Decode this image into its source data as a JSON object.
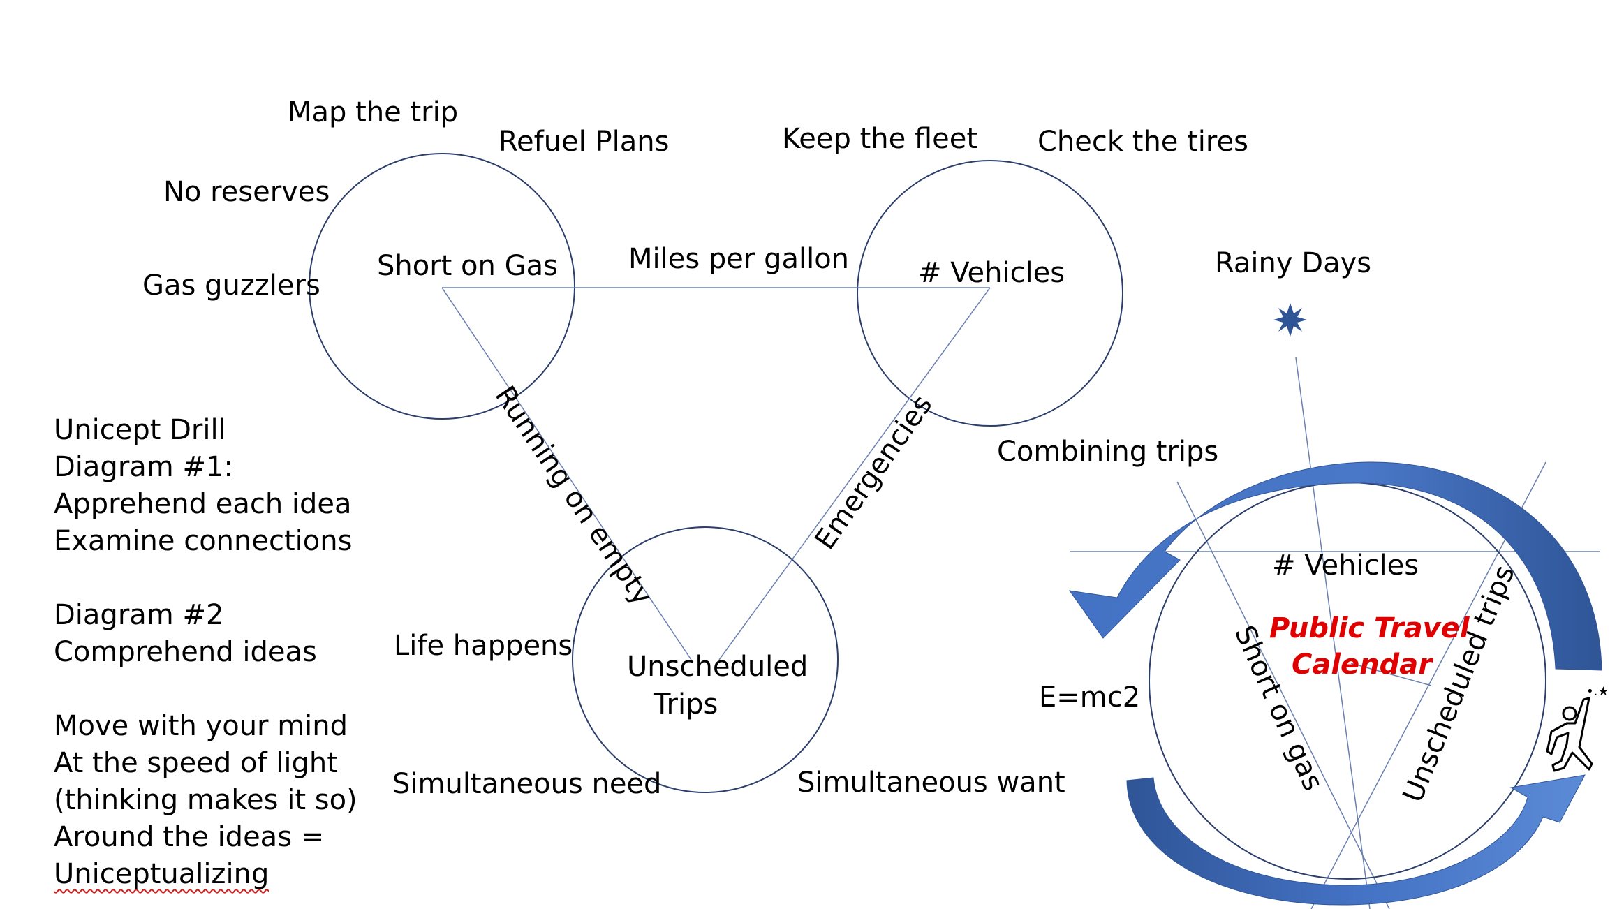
{
  "diagram1": {
    "nodes": {
      "short_on_gas": "Short on Gas",
      "vehicles": "# Vehicles",
      "unscheduled_line1": "Unscheduled",
      "unscheduled_line2": "Trips"
    },
    "edges": {
      "top": "Miles per gallon",
      "left": "Running on empty",
      "right": "Emergencies"
    },
    "labels": {
      "map_the_trip": "Map the trip",
      "refuel_plans": "Refuel Plans",
      "no_reserves": "No reserves",
      "gas_guzzlers": "Gas guzzlers",
      "keep_the_fleet": "Keep the fleet",
      "check_the_tires": "Check the tires",
      "rainy_days": "Rainy Days",
      "combining_trips": "Combining trips",
      "life_happens": "Life happens",
      "simultaneous_need": "Simultaneous need",
      "simultaneous_want": "Simultaneous want"
    }
  },
  "diagram2": {
    "vehicles": "# Vehicles",
    "center_line1": "Public Travel",
    "center_line2": "Calendar",
    "short_on_gas": "Short on gas",
    "unscheduled_trips": "Unscheduled trips",
    "formula": "E=mc2",
    "arrow_color": "#4472c4",
    "center_color": "#e00000"
  },
  "notes": {
    "lines_a": [
      "Unicept Drill",
      "Diagram #1:",
      "Apprehend each idea",
      "Examine connections"
    ],
    "lines_b": [
      "Diagram #2",
      "Comprehend ideas"
    ],
    "lines_c": [
      "Move with your mind",
      "At the speed of light",
      "(thinking makes it so)",
      "Around the ideas ="
    ],
    "last_word": "Uniceptualizing"
  },
  "icons": {
    "star": "star-burst-icon",
    "runner": "running-person-icon"
  }
}
